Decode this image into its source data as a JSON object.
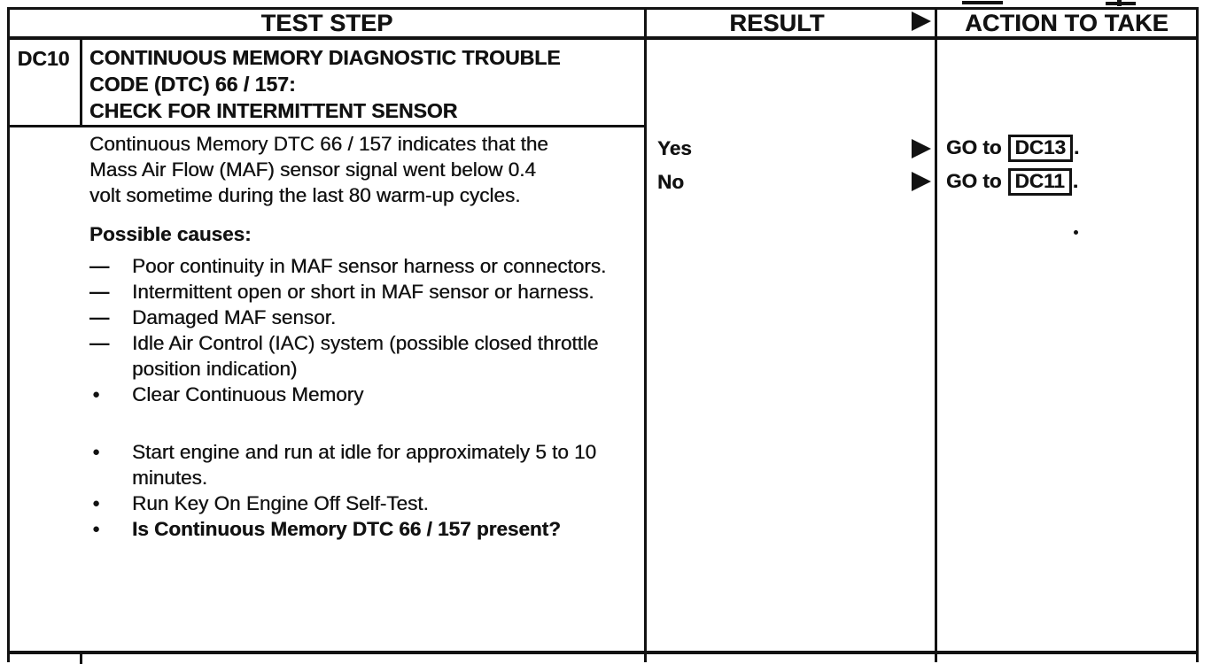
{
  "header": {
    "test_step": "TEST STEP",
    "result": "RESULT",
    "action_to_take": "ACTION TO TAKE"
  },
  "markers": {
    "dash": "—",
    "bullet": "●"
  },
  "step": {
    "id": "DC10",
    "title_line1": "CONTINUOUS MEMORY DIAGNOSTIC TROUBLE CODE (DTC) 66 / 157:",
    "title_line2": "CHECK FOR INTERMITTENT SENSOR"
  },
  "body": {
    "intro": "Continuous Memory DTC 66 / 157 indicates that the Mass Air Flow (MAF) sensor signal went below 0.4 volt sometime during the last 80 warm-up cycles.",
    "causes_label": "Possible causes:",
    "causes": [
      "Poor continuity in MAF sensor harness or connectors.",
      "Intermittent open or short in MAF sensor or harness.",
      "Damaged MAF sensor.",
      "Idle Air Control (IAC) system (possible closed throttle position indication)"
    ],
    "procedure": [
      "Clear Continuous Memory",
      "Start engine and run at idle for approximately 5 to 10 minutes.",
      "Run Key On Engine Off Self-Test.",
      "Is Continuous Memory DTC 66 / 157 present?"
    ]
  },
  "results": [
    {
      "label": "Yes",
      "go_prefix": "GO to",
      "target": "DC13",
      "suffix": "."
    },
    {
      "label": "No",
      "go_prefix": "GO to",
      "target": "DC11",
      "suffix": "."
    }
  ],
  "colors": {
    "ink": "#121212",
    "paper": "#ffffff"
  }
}
